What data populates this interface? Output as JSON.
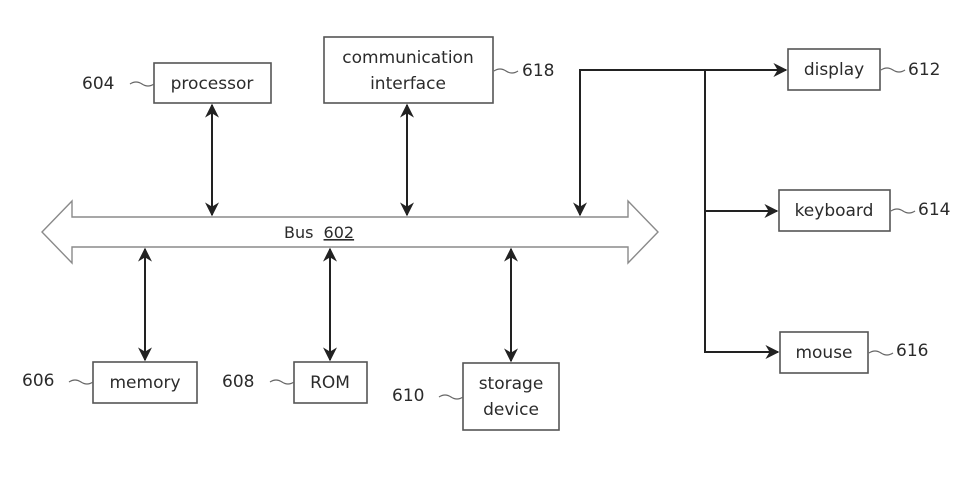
{
  "diagram": {
    "bus": {
      "label": "Bus",
      "ref": "602"
    },
    "components": {
      "processor": {
        "label": "processor",
        "ref": "604"
      },
      "memory": {
        "label": "memory",
        "ref": "606"
      },
      "rom": {
        "label": "ROM",
        "ref": "608"
      },
      "storage": {
        "label_line1": "storage",
        "label_line2": "device",
        "ref": "610"
      },
      "display": {
        "label": "display",
        "ref": "612"
      },
      "keyboard": {
        "label": "keyboard",
        "ref": "614"
      },
      "mouse": {
        "label": "mouse",
        "ref": "616"
      },
      "communication": {
        "label_line1": "communication",
        "label_line2": "interface",
        "ref": "618"
      }
    },
    "connections": [
      {
        "from": "processor",
        "to": "bus",
        "type": "bidirectional"
      },
      {
        "from": "communication",
        "to": "bus",
        "type": "bidirectional"
      },
      {
        "from": "memory",
        "to": "bus",
        "type": "bidirectional"
      },
      {
        "from": "rom",
        "to": "bus",
        "type": "bidirectional"
      },
      {
        "from": "storage",
        "to": "bus",
        "type": "bidirectional"
      },
      {
        "from": "io-branch",
        "to": "bus",
        "type": "unidirectional"
      },
      {
        "from": "io-branch",
        "to": "display",
        "type": "unidirectional"
      },
      {
        "from": "io-branch",
        "to": "keyboard",
        "type": "unidirectional"
      },
      {
        "from": "io-branch",
        "to": "mouse",
        "type": "unidirectional"
      }
    ]
  }
}
